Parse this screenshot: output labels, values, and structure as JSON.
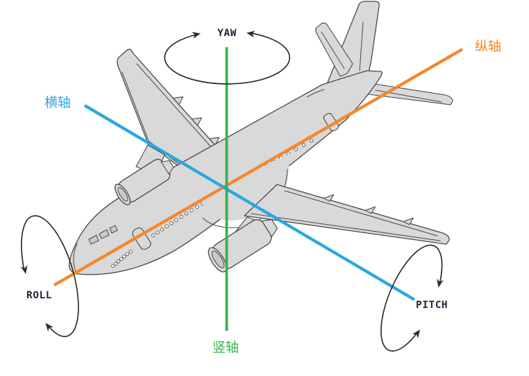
{
  "diagram": {
    "description": "aircraft-principal-axes-diagram",
    "labels": {
      "yaw": "YAW",
      "roll": "ROLL",
      "pitch": "PITCH",
      "vertical_axis_zh": "竖轴",
      "lateral_axis_zh": "横轴",
      "longitudinal_axis_zh": "纵轴"
    },
    "colors": {
      "vertical_axis": "#34b44a",
      "lateral_axis": "#29a8e0",
      "longitudinal_axis": "#f6872b",
      "rotation_arrow": "#2d2d2d",
      "aircraft_fill": "#d9d9d9",
      "aircraft_inner": "#c9c9c9",
      "aircraft_outline": "#474747",
      "label_dark": "#23233a"
    }
  }
}
